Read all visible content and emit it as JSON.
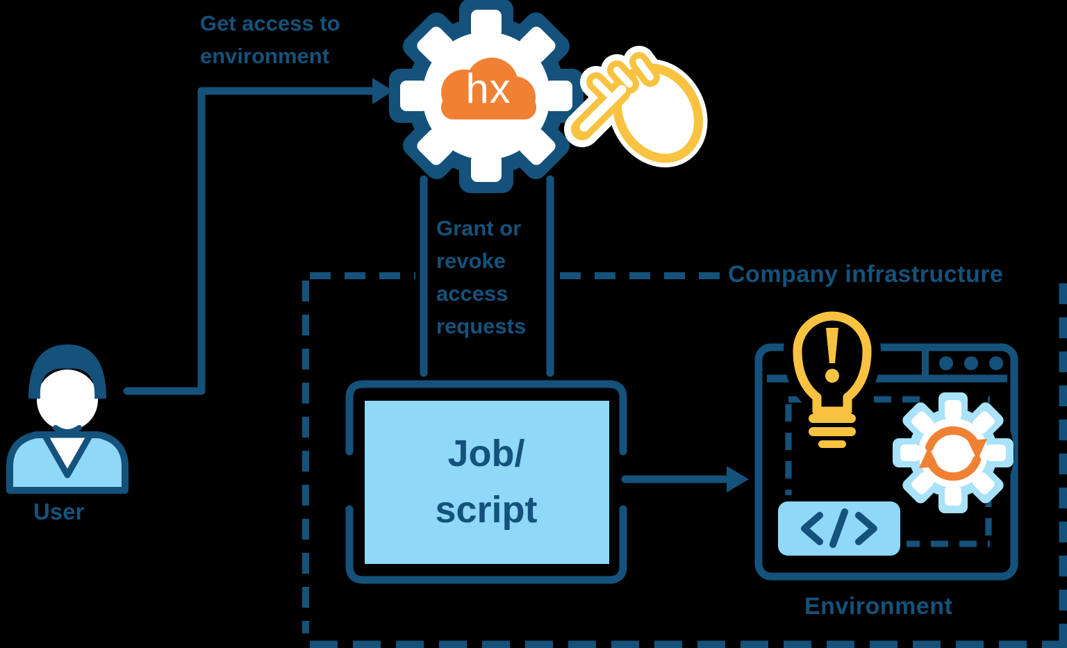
{
  "labels": {
    "get_access": "Get access to environment",
    "grant_revoke": "Grant or revoke access requests",
    "company_infrastructure": "Company infrastructure",
    "user": "User",
    "job_script": "Job/\nscript",
    "environment": "Environment"
  },
  "logo": {
    "text": "hx"
  },
  "icons": {
    "settings-gear": "gear with cloud logo",
    "cursor-hand": "pointing hand cursor",
    "user": "person avatar",
    "lightbulb": "idea bulb with exclamation",
    "sync-gear": "gear with refresh arrows",
    "code-box": "</>",
    "browser-window": "application window with three dots"
  },
  "colors": {
    "navy": "#14527b",
    "light_blue": "#8fd8f7",
    "pale_blue": "#a8e2fb",
    "orange": "#f08134",
    "yellow": "#f9c341",
    "white": "#ffffff",
    "background": "#000000"
  }
}
